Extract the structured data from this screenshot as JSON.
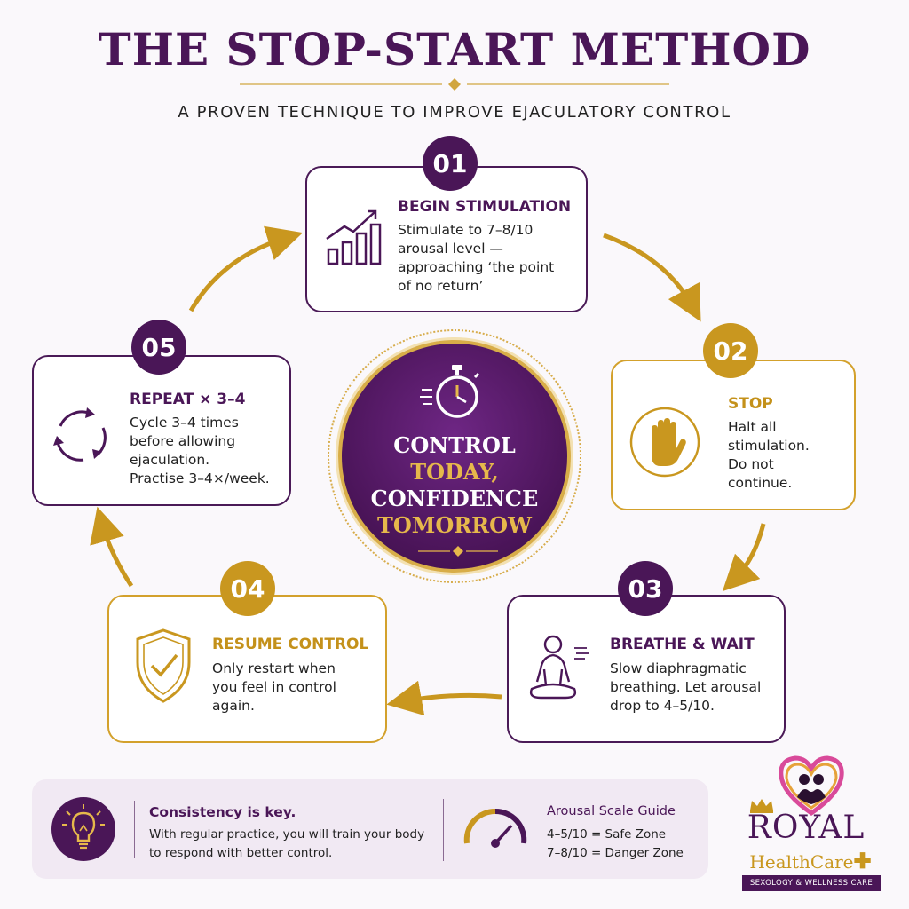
{
  "header": {
    "title": "THE STOP-START METHOD",
    "subtitle": "A PROVEN TECHNIQUE TO IMPROVE EJACULATORY CONTROL"
  },
  "steps": [
    {
      "number": "01",
      "title": "BEGIN STIMULATION",
      "lines": [
        "Stimulate to 7–8/10",
        "arousal level —",
        "approaching ‘the point",
        "of no return’"
      ],
      "icon": "rising-bar-chart-icon"
    },
    {
      "number": "02",
      "title": "STOP",
      "lines": [
        "Halt all",
        "stimulation.",
        "Do not",
        "continue."
      ],
      "icon": "stop-hand-icon"
    },
    {
      "number": "03",
      "title": "BREATHE & WAIT",
      "lines": [
        "Slow diaphragmatic",
        "breathing. Let arousal",
        "drop to 4–5/10."
      ],
      "icon": "meditation-icon"
    },
    {
      "number": "04",
      "title": "RESUME CONTROL",
      "lines": [
        "Only restart when",
        "you feel in control",
        "again."
      ],
      "icon": "shield-check-icon"
    },
    {
      "number": "05",
      "title": "REPEAT × 3–4",
      "lines": [
        "Cycle 3–4 times",
        "before allowing",
        "ejaculation.",
        "Practise 3–4×/week."
      ],
      "icon": "cycle-arrows-icon"
    }
  ],
  "center": {
    "line1": "CONTROL",
    "line2": "TODAY,",
    "line3": "CONFIDENCE",
    "line4": "TOMORROW",
    "icon": "stopwatch-icon"
  },
  "footer": {
    "tip_title": "Consistency is key.",
    "tip_line1": "With regular practice, you will train your body",
    "tip_line2": "to respond with better control.",
    "scale_title": "Arousal Scale Guide",
    "scale_line1": "4–5/10 = Safe Zone",
    "scale_line2": "7–8/10 = Danger Zone",
    "icons": [
      "lightbulb-icon",
      "gauge-icon"
    ]
  },
  "logo": {
    "name": "ROYAL",
    "sub": "HealthCare",
    "tagline": "SEXOLOGY & WELLNESS CARE"
  },
  "colors": {
    "purple": "#4a1657",
    "gold": "#c9971f",
    "background": "#faf8fb"
  }
}
